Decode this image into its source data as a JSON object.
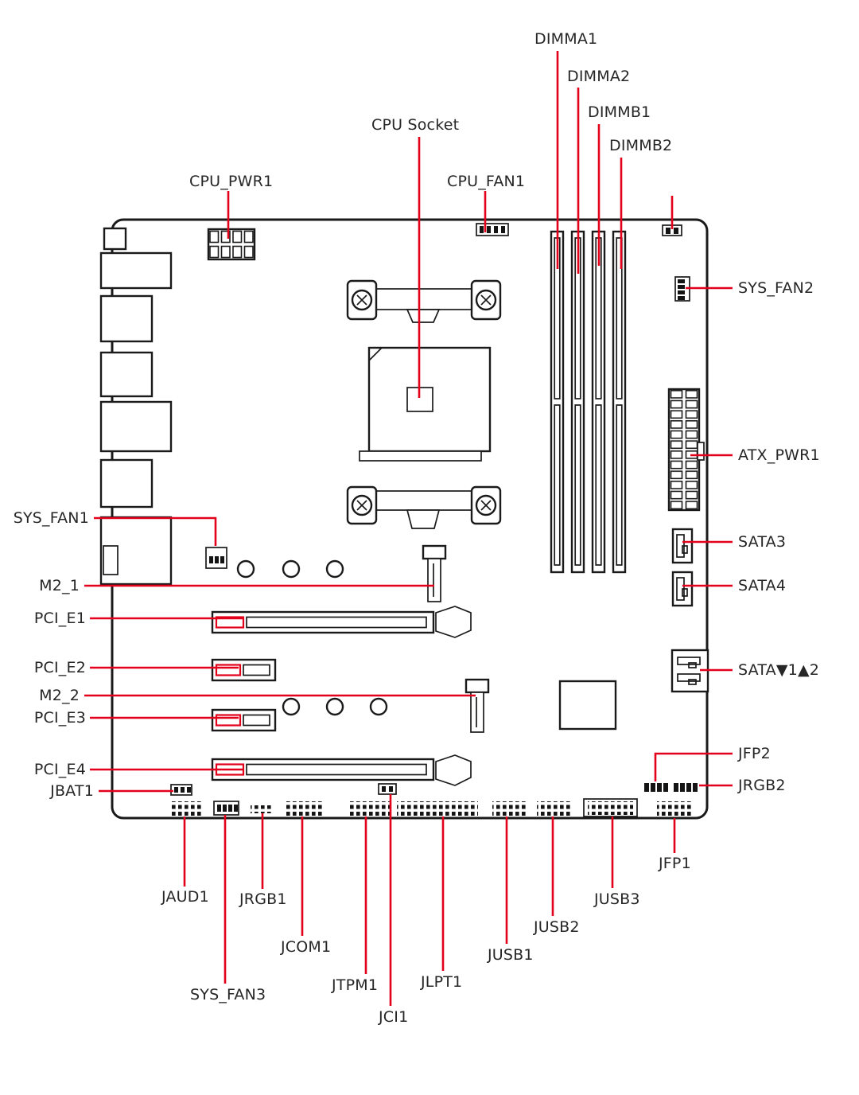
{
  "diagram": {
    "accent_color": "#e2001a",
    "text_color": "#262626",
    "labels": {
      "cpu_socket": "CPU Socket",
      "cpu_pwr1": "CPU_PWR1",
      "cpu_fan1": "CPU_FAN1",
      "dimma1": "DIMMA1",
      "dimma2": "DIMMA2",
      "dimmb1": "DIMMB1",
      "dimmb2": "DIMMB2",
      "sys_fan1": "SYS_FAN1",
      "sys_fan2": "SYS_FAN2",
      "sys_fan3": "SYS_FAN3",
      "atx_pwr1": "ATX_PWR1",
      "sata3": "SATA3",
      "sata4": "SATA4",
      "sata12": "SATA▼1▲2",
      "m2_1": "M2_1",
      "m2_2": "M2_2",
      "pci_e1": "PCI_E1",
      "pci_e2": "PCI_E2",
      "pci_e3": "PCI_E3",
      "pci_e4": "PCI_E4",
      "jfp1": "JFP1",
      "jfp2": "JFP2",
      "jrgb1": "JRGB1",
      "jrgb2": "JRGB2",
      "jbat1": "JBAT1",
      "jaud1": "JAUD1",
      "jcom1": "JCOM1",
      "jtpm1": "JTPM1",
      "jci1": "JCI1",
      "jlpt1": "JLPT1",
      "jusb1": "JUSB1",
      "jusb2": "JUSB2",
      "jusb3": "JUSB3"
    }
  }
}
